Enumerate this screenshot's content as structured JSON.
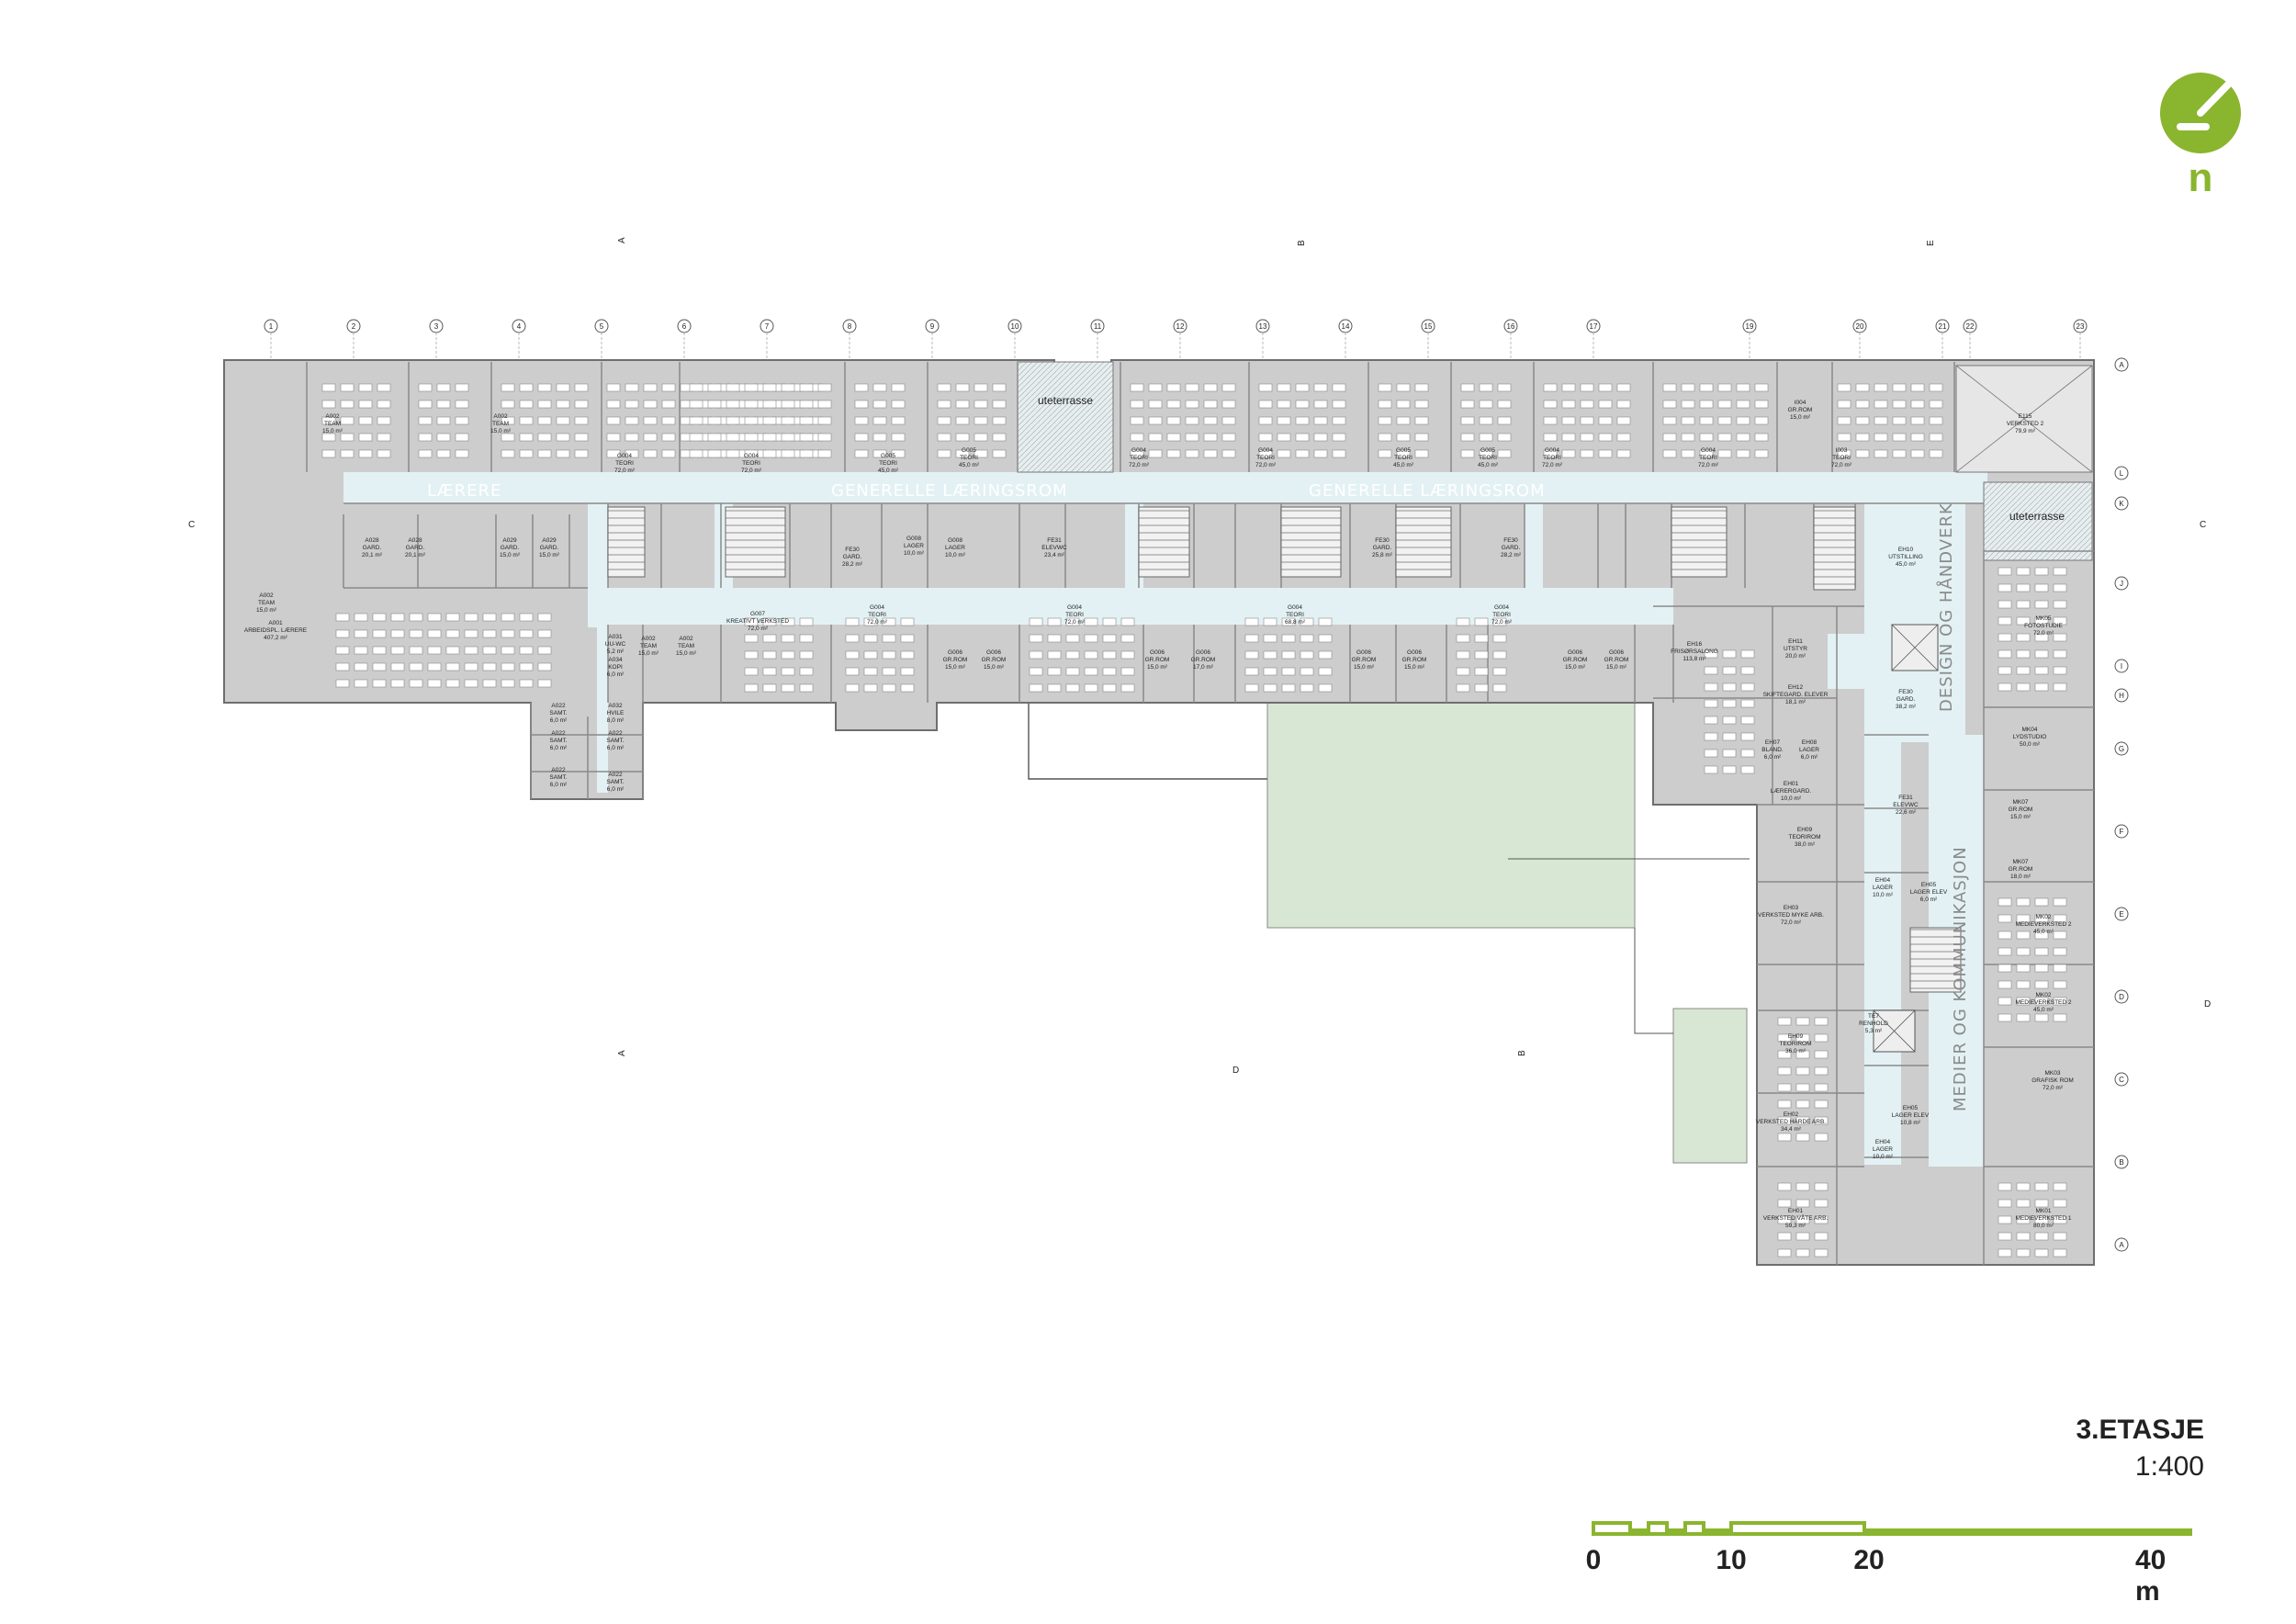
{
  "title": {
    "floor": "3.ETASJE",
    "scale": "1:400"
  },
  "scale_bar": {
    "labels": [
      "0",
      "10",
      "20",
      "40 m"
    ]
  },
  "logo": {
    "letter": "n",
    "color": "#8ab52e"
  },
  "colors": {
    "rooms": "#cfcfcf",
    "walls": "#8a8a8a",
    "corridor": "#e3f1f4",
    "green": "#d8e7d3",
    "accent": "#8ab52e"
  },
  "grid_top": [
    "1",
    "2",
    "3",
    "4",
    "5",
    "6",
    "7",
    "8",
    "9",
    "10",
    "11",
    "12",
    "13",
    "14",
    "15",
    "16",
    "17",
    "19",
    "20",
    "21",
    "22",
    "23"
  ],
  "grid_right": [
    "A",
    "L",
    "K",
    "J",
    "I",
    "H",
    "G",
    "F",
    "E",
    "D",
    "C",
    "B",
    "A"
  ],
  "sections": [
    "A",
    "B",
    "E",
    "C",
    "C",
    "D",
    "D",
    "A",
    "B"
  ],
  "zones": [
    "LÆRERE",
    "GENERELLE LÆRINGSROM",
    "GENERELLE LÆRINGSROM",
    "DESIGN OG HÅNDVERK",
    "MEDIER OG KOMMUNIKASJON"
  ],
  "terraces": [
    "uteterrasse",
    "uteterrasse"
  ],
  "rooms": [
    {
      "code": "A002",
      "name": "TEAM",
      "area": "15,0 m²"
    },
    {
      "code": "A002",
      "name": "TEAM",
      "area": "15,0 m²"
    },
    {
      "code": "G004",
      "name": "TEORI",
      "area": "72,0 m²"
    },
    {
      "code": "G004",
      "name": "TEORI",
      "area": "72,0 m²"
    },
    {
      "code": "G005",
      "name": "TEORI",
      "area": "45,0 m²"
    },
    {
      "code": "G005",
      "name": "TEORI",
      "area": "45,0 m²"
    },
    {
      "code": "G004",
      "name": "TEORI",
      "area": "72,0 m²"
    },
    {
      "code": "G004",
      "name": "TEORI",
      "area": "72,0 m²"
    },
    {
      "code": "G005",
      "name": "TEORI",
      "area": "45,0 m²"
    },
    {
      "code": "G005",
      "name": "TEORI",
      "area": "45,0 m²"
    },
    {
      "code": "G004",
      "name": "TEORI",
      "area": "72,0 m²"
    },
    {
      "code": "G004",
      "name": "TEORI",
      "area": "72,0 m²"
    },
    {
      "code": "I004",
      "name": "GR.ROM",
      "area": "15,0 m²"
    },
    {
      "code": "I003",
      "name": "TEORI",
      "area": "72,0 m²"
    },
    {
      "code": "E115",
      "name": "VERKSTED 2",
      "area": "79,9 m²"
    },
    {
      "code": "A028",
      "name": "GARD.",
      "area": "20,1 m²"
    },
    {
      "code": "A028",
      "name": "GARD.",
      "area": "20,1 m²"
    },
    {
      "code": "A029",
      "name": "GARD.",
      "area": "15,0 m²"
    },
    {
      "code": "A029",
      "name": "GARD.",
      "area": "15,0 m²"
    },
    {
      "code": "FE30",
      "name": "GARD.",
      "area": "28,2 m²"
    },
    {
      "code": "G008",
      "name": "LAGER",
      "area": "10,0 m²"
    },
    {
      "code": "G008",
      "name": "LAGER",
      "area": "10,0 m²"
    },
    {
      "code": "FE31",
      "name": "ELEVWC",
      "area": "23,4 m²"
    },
    {
      "code": "FE30",
      "name": "GARD.",
      "area": "25,8 m²"
    },
    {
      "code": "FE30",
      "name": "GARD.",
      "area": "28,2 m²"
    },
    {
      "code": "EH10",
      "name": "UTSTILLING",
      "area": "45,0 m²"
    },
    {
      "code": "A002",
      "name": "TEAM",
      "area": "15,0 m²"
    },
    {
      "code": "A001",
      "name": "ARBEIDSPL. LÆRERE",
      "area": "407,2 m²"
    },
    {
      "code": "A031",
      "name": "UU-WC",
      "area": "5,2 m²"
    },
    {
      "code": "A034",
      "name": "KOPI",
      "area": "6,0 m²"
    },
    {
      "code": "A002",
      "name": "TEAM",
      "area": "15,0 m²"
    },
    {
      "code": "A002",
      "name": "TEAM",
      "area": "15,0 m²"
    },
    {
      "code": "G007",
      "name": "KREATIVT VERKSTED",
      "area": "72,0 m²"
    },
    {
      "code": "G004",
      "name": "TEORI",
      "area": "72,0 m²"
    },
    {
      "code": "G006",
      "name": "GR.ROM",
      "area": "15,0 m²"
    },
    {
      "code": "G006",
      "name": "GR.ROM",
      "area": "15,0 m²"
    },
    {
      "code": "G004",
      "name": "TEORI",
      "area": "72,0 m²"
    },
    {
      "code": "G006",
      "name": "GR.ROM",
      "area": "15,0 m²"
    },
    {
      "code": "G006",
      "name": "GR.ROM",
      "area": "17,0 m²"
    },
    {
      "code": "G004",
      "name": "TEORI",
      "area": "68,8 m²"
    },
    {
      "code": "G006",
      "name": "GR.ROM",
      "area": "15,0 m²"
    },
    {
      "code": "G006",
      "name": "GR.ROM",
      "area": "15,0 m²"
    },
    {
      "code": "G004",
      "name": "TEORI",
      "area": "72,0 m²"
    },
    {
      "code": "G006",
      "name": "GR.ROM",
      "area": "15,0 m²"
    },
    {
      "code": "G006",
      "name": "GR.ROM",
      "area": "15,0 m²"
    },
    {
      "code": "EH16",
      "name": "FRISØRSALONG",
      "area": "113,8 m²"
    },
    {
      "code": "EH11",
      "name": "UTSTYR",
      "area": "20,0 m²"
    },
    {
      "code": "EH12",
      "name": "SKIFTEGARD. ELEVER",
      "area": "18,1 m²"
    },
    {
      "code": "EH07",
      "name": "BLAND.",
      "area": "6,0 m²"
    },
    {
      "code": "EH08",
      "name": "LAGER",
      "area": "6,0 m²"
    },
    {
      "code": "EH01",
      "name": "LÆRERGARD.",
      "area": "10,0 m²"
    },
    {
      "code": "FE30",
      "name": "GARD.",
      "area": "38,2 m²"
    },
    {
      "code": "MK05",
      "name": "FOTOSTUDIE",
      "area": "72,0 m²"
    },
    {
      "code": "MK04",
      "name": "LYDSTUDIO",
      "area": "50,0 m²"
    },
    {
      "code": "A022",
      "name": "SAMT.",
      "area": "6,0 m²"
    },
    {
      "code": "A022",
      "name": "SAMT.",
      "area": "6,0 m²"
    },
    {
      "code": "A022",
      "name": "SAMT.",
      "area": "6,0 m²"
    },
    {
      "code": "A032",
      "name": "HVILE",
      "area": "8,0 m²"
    },
    {
      "code": "A022",
      "name": "SAMT.",
      "area": "6,0 m²"
    },
    {
      "code": "A022",
      "name": "SAMT.",
      "area": "6,0 m²"
    },
    {
      "code": "FE31",
      "name": "ELEVWC",
      "area": "22,6 m²"
    },
    {
      "code": "MK07",
      "name": "GR.ROM",
      "area": "15,0 m²"
    },
    {
      "code": "MK07",
      "name": "GR.ROM",
      "area": "18,0 m²"
    },
    {
      "code": "EH09",
      "name": "TEORIROM",
      "area": "38,0 m²"
    },
    {
      "code": "EH04",
      "name": "LAGER",
      "area": "10,0 m²"
    },
    {
      "code": "EH05",
      "name": "LAGER ELEV",
      "area": "6,0 m²"
    },
    {
      "code": "EH03",
      "name": "VERKSTED MYKE ARB.",
      "area": "72,0 m²"
    },
    {
      "code": "MK02",
      "name": "MEDIEVERKSTED 2",
      "area": "45,0 m²"
    },
    {
      "code": "MK02",
      "name": "MEDIEVERKSTED 2",
      "area": "45,0 m²"
    },
    {
      "code": "EH09",
      "name": "TEORIROM",
      "area": "36,0 m²"
    },
    {
      "code": "TE7",
      "name": "RENHOLD",
      "area": "5,3 m²"
    },
    {
      "code": "MK03",
      "name": "GRAFISK ROM",
      "area": "72,0 m²"
    },
    {
      "code": "EH02",
      "name": "VERKSTED HARDE ARB.",
      "area": "34,4 m²"
    },
    {
      "code": "EH05",
      "name": "LAGER ELEV",
      "area": "10,8 m²"
    },
    {
      "code": "EH04",
      "name": "LAGER",
      "area": "10,0 m²"
    },
    {
      "code": "EH01",
      "name": "VERKSTED VÅTE ARB.",
      "area": "59,3 m²"
    },
    {
      "code": "MK01",
      "name": "MEDIEVERKSTED 1",
      "area": "80,0 m²"
    }
  ]
}
